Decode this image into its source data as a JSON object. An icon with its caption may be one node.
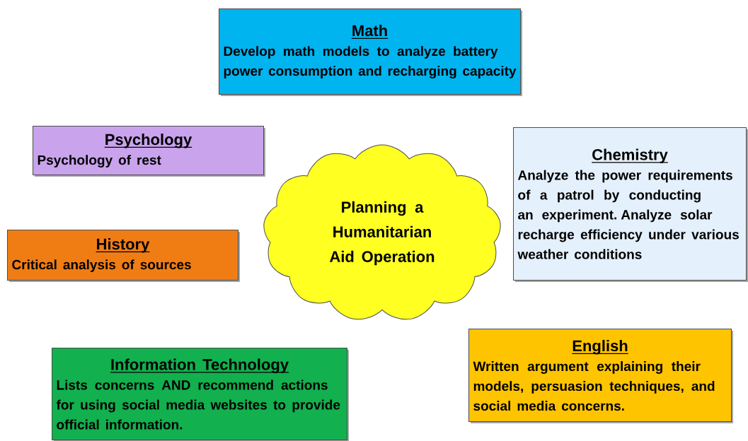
{
  "diagram": {
    "nodes": [
      {
        "text": [
          "Math",
          "Develop math models to analyze battery power consumption and recharging capacity"
        ]
      },
      {
        "text": [
          "Psychology",
          "Psychology of rest"
        ]
      },
      {
        "text": [
          "Chemistry",
          "Analyze the power requirements of a patrol by conducting an experiment. Analyze solar recharge efficiency under various weather conditions"
        ]
      },
      {
        "text": [
          "Planning a Humanitarian Aid Operation"
        ]
      },
      {
        "text": [
          "History",
          "Critical analysis of sources"
        ]
      },
      {
        "text": [
          "English",
          "Written argument explaining their models, persuasion techniques, and social media concerns."
        ]
      },
      {
        "text": [
          "Information Technology",
          "Lists concerns AND recommend actions for using social media websites to provide official information."
        ]
      }
    ]
  }
}
